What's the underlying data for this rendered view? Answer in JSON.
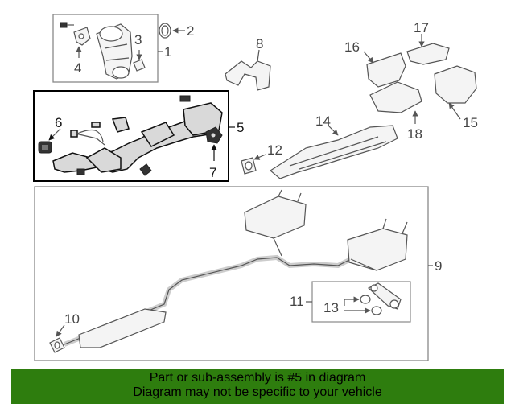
{
  "diagram": {
    "callouts": {
      "c1": "1",
      "c2": "2",
      "c3": "3",
      "c4": "4",
      "c5": "5",
      "c6": "6",
      "c7": "7",
      "c8": "8",
      "c9": "9",
      "c10": "10",
      "c11": "11",
      "c12": "12",
      "c13": "13",
      "c14": "14",
      "c15": "15",
      "c16": "16",
      "c17": "17",
      "c18": "18"
    },
    "highlight_color": "#000000",
    "line_color": "#555555"
  },
  "banner": {
    "line1": "Part or sub-assembly is #5 in diagram",
    "line2": "Diagram may not be specific to your vehicle",
    "background": "#2e7d0e"
  }
}
